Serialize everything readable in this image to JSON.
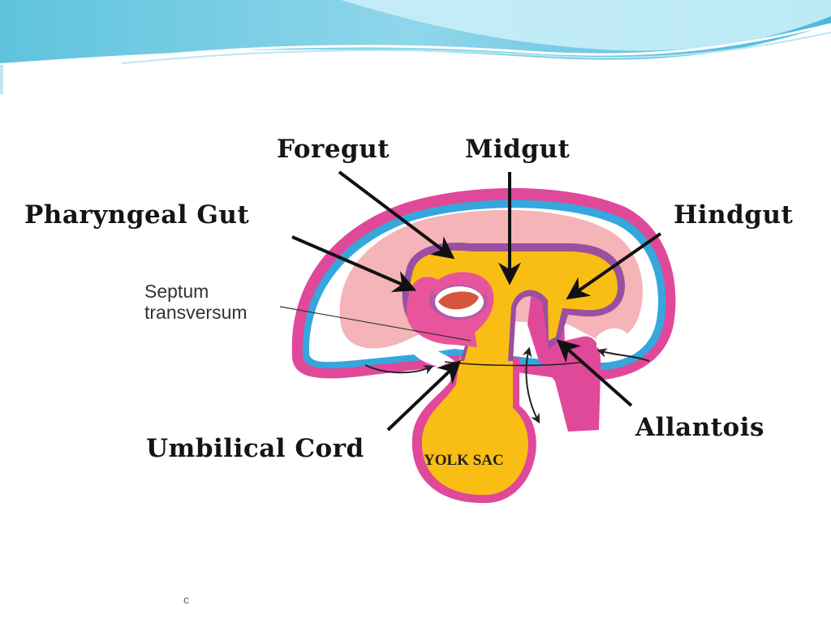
{
  "diagram": {
    "labels": {
      "foregut": "Foregut",
      "midgut": "Midgut",
      "pharyngeal_gut": "Pharyngeal Gut",
      "hindgut": "Hindgut",
      "septum_line1": "Septum",
      "septum_line2": "transversum",
      "umbilical_cord": "Umbilical Cord",
      "allantois": "Allantois",
      "yolk_sac": "YOLK SAC"
    },
    "stray_mark": "c"
  },
  "colors": {
    "banner_light": "#b8e6f2",
    "banner_mid": "#5cc5e0",
    "banner_dark": "#2aa6cf",
    "ectoderm_magenta": "#e0489a",
    "amnion_blue": "#35a7dc",
    "mesoderm_pink": "#f4b4b8",
    "endoderm_yellow": "#f9be14",
    "heart_pink": "#e8559c",
    "arrow_black": "#111111"
  }
}
